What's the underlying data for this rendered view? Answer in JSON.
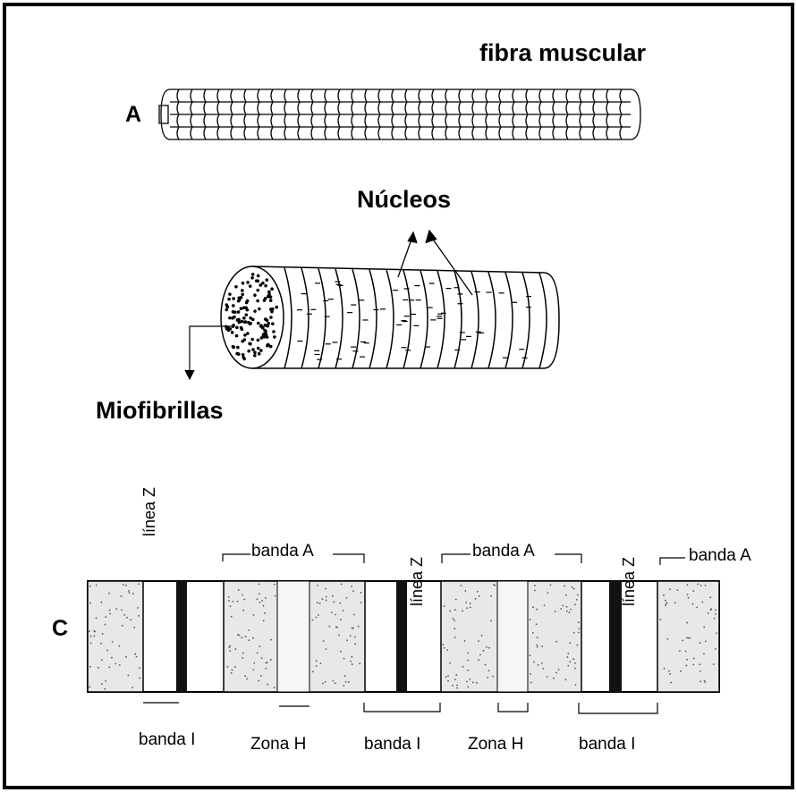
{
  "labels": {
    "fibra": "fibra muscular",
    "letter_a": "A",
    "nucleos": "Núcleos",
    "miofibrillas": "Miofibrillas",
    "letter_c": "C",
    "linea_z_1": "línea Z",
    "linea_z_2": "línea Z",
    "linea_z_3": "línea Z",
    "banda_a_1": "banda A",
    "banda_a_2": "banda A",
    "banda_a_3": "banda A",
    "banda_i_1": "banda I",
    "zona_h_1": "Zona H",
    "banda_i_2": "banda I",
    "zona_h_2": "Zona H",
    "banda_i_3": "banda I"
  }
}
